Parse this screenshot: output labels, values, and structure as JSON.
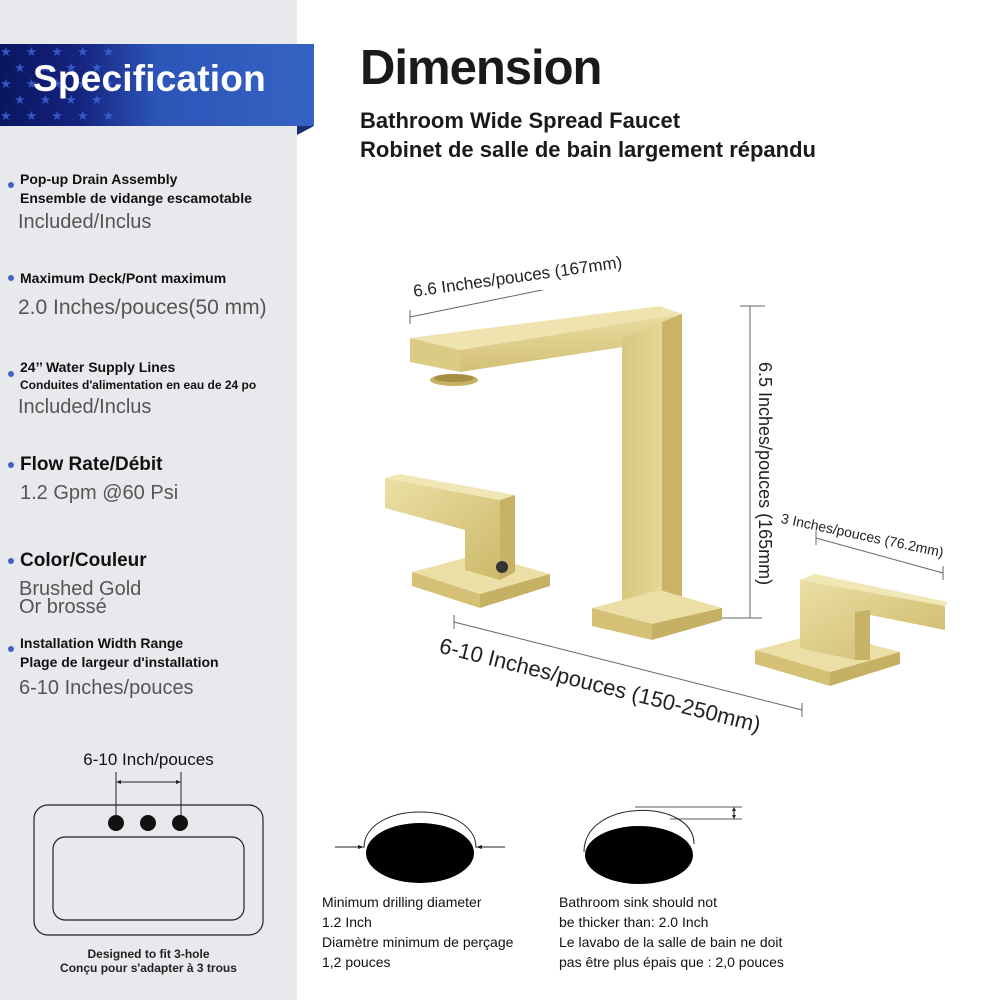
{
  "specification": {
    "banner_title": "Specification",
    "items": [
      {
        "label_en": "Pop-up Drain Assembly",
        "label_fr": "Ensemble de vidange escamotable",
        "value": "Included/Inclus"
      },
      {
        "label_en": "Maximum Deck/Pont maximum",
        "value": "2.0 Inches/pouces(50 mm)"
      },
      {
        "label_en": "24’’ Water Supply Lines",
        "label_fr": "Conduites d'alimentation en eau de 24 po",
        "value": "Included/Inclus"
      },
      {
        "label_en": "Flow Rate/Débit",
        "value": "1.2 Gpm @60 Psi"
      },
      {
        "label_en": "Color/Couleur",
        "value_line1": "Brushed Gold",
        "value_line2": "Or brossé"
      },
      {
        "label_en": "Installation Width Range",
        "label_fr": "Plage de largeur d'installation",
        "value": "6-10 Inches/pouces"
      }
    ],
    "sink_diagram": {
      "width_label": "6-10 Inch/pouces",
      "caption_en": "Designed to fit 3-hole",
      "caption_fr": "Conçu pour s'adapter à 3 trous"
    }
  },
  "dimension": {
    "title": "Dimension",
    "subtitle_en": "Bathroom Wide Spread Faucet",
    "subtitle_fr": "Robinet de salle de bain largement répandu",
    "spout_length": "6.6 Inches/pouces (167mm)",
    "spout_height": "6.5 Inches/pouces (165mm)",
    "handle_length": "3 Inches/pouces (76.2mm)",
    "spread_width": "6-10 Inches/pouces (150-250mm)",
    "product_color": "#d9c780"
  },
  "notes": {
    "drilling": {
      "line1": "Minimum drilling diameter",
      "line2": "1.2 Inch",
      "line3": "Diamètre minimum de perçage",
      "line4": "1,2 pouces"
    },
    "thickness": {
      "line1": "Bathroom sink should not",
      "line2": "be thicker than: 2.0 Inch",
      "line3": "Le lavabo de la salle de bain ne doit",
      "line4": "pas être plus épais que : 2,0 pouces"
    }
  },
  "colors": {
    "panel_bg": "#e8e9ec",
    "banner_blue": "#3563c4",
    "banner_navy": "#0a1560",
    "bullet_blue": "#3e66c2"
  }
}
